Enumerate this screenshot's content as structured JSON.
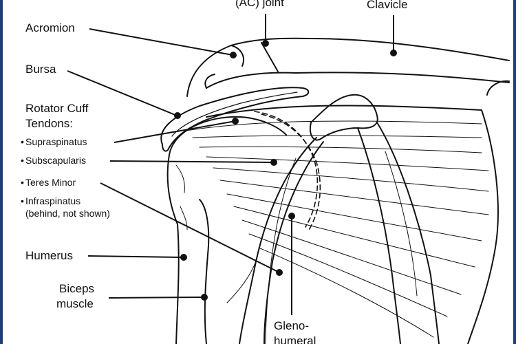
{
  "labels": {
    "ac_joint": "(AC) joint",
    "clavicle": "Clavicle",
    "acromion": "Acromion",
    "bursa": "Bursa",
    "rotator_cuff_line1": "Rotator Cuff",
    "rotator_cuff_line2": "Tendons:",
    "supraspinatus": "Supraspinatus",
    "subscapularis": "Subscapularis",
    "teres_minor": "Teres Minor",
    "infraspinatus": "Infraspinatus",
    "infraspinatus_note": "(behind, not shown)",
    "humerus": "Humerus",
    "biceps_line1": "Biceps",
    "biceps_line2": "muscle",
    "gleno_line1": "Gleno-",
    "gleno_line2": "humeral"
  },
  "bullet_char": "•",
  "colors": {
    "ink": "#111111",
    "frame": "#1f3b7a",
    "background": "#ffffff"
  }
}
